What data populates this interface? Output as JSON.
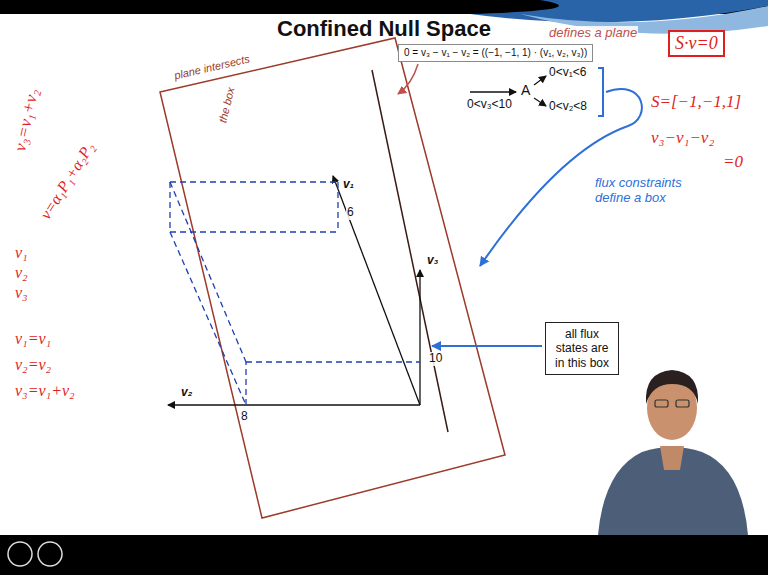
{
  "diagram": {
    "title": "Confined Null Space",
    "nodes": [
      {
        "text": [
          "0 = v₃ − v₁ − v₂ = ((−1, −1, 1) · (v₁, v₂, v₃))"
        ]
      },
      {
        "text": [
          "all flux states are in this box"
        ]
      }
    ],
    "labels": [
      "defines a plane",
      "A",
      "0<v₁<6",
      "0<v₂<8",
      "0<v₃<10",
      "flux constraints define a box",
      "plane intersects",
      "the box",
      "v₁",
      "6",
      "v₃",
      "10",
      "v₂",
      "8",
      "S·v=0",
      "S=[−1,−1,1]",
      "v₃−v₁−v₂",
      "=0",
      "v₃=v₁+v₂",
      "v=α₁P₁+α₂P₂",
      "v₁",
      "v₂",
      "v₃",
      "v₁=v₁",
      "v₂=v₂",
      "v₃=v₁+v₂"
    ]
  }
}
